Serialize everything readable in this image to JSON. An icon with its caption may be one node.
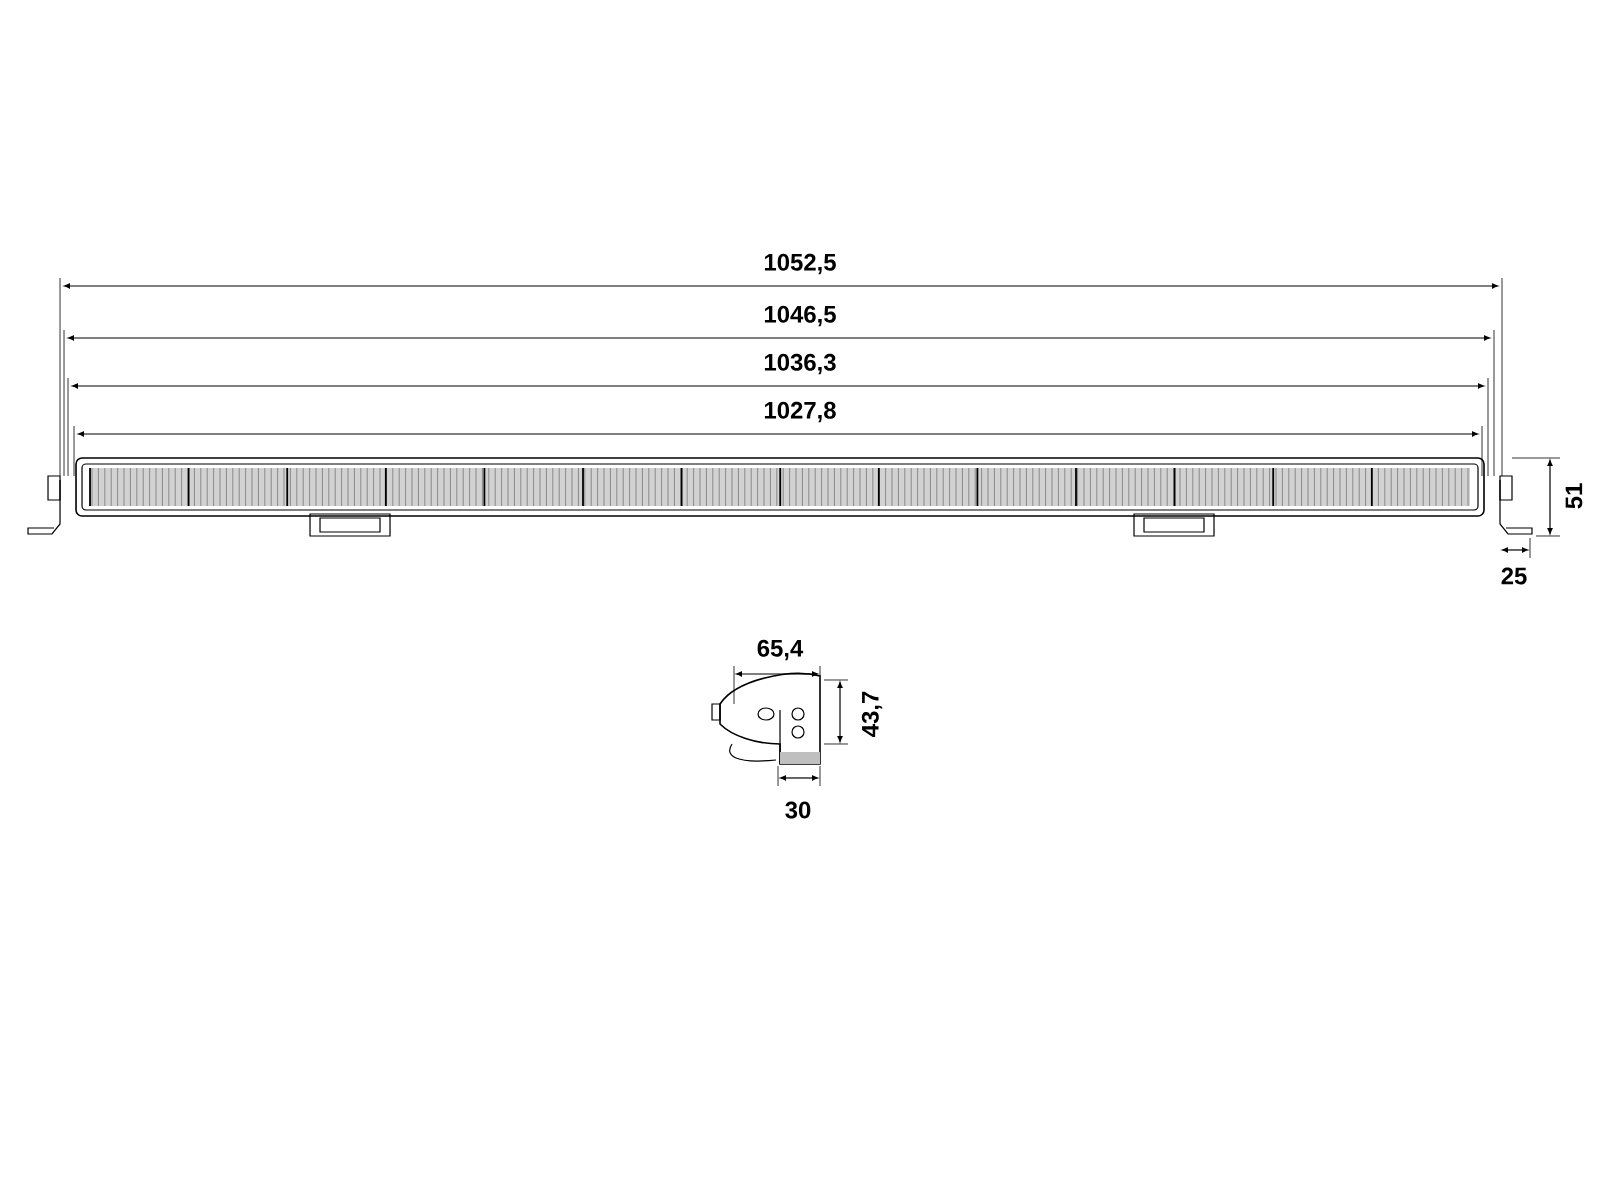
{
  "diagram": {
    "labels": [
      "1052,5",
      "1046,5",
      "1036,3",
      "1027,8",
      "51",
      "25",
      "65,4",
      "43,7",
      "30"
    ]
  }
}
